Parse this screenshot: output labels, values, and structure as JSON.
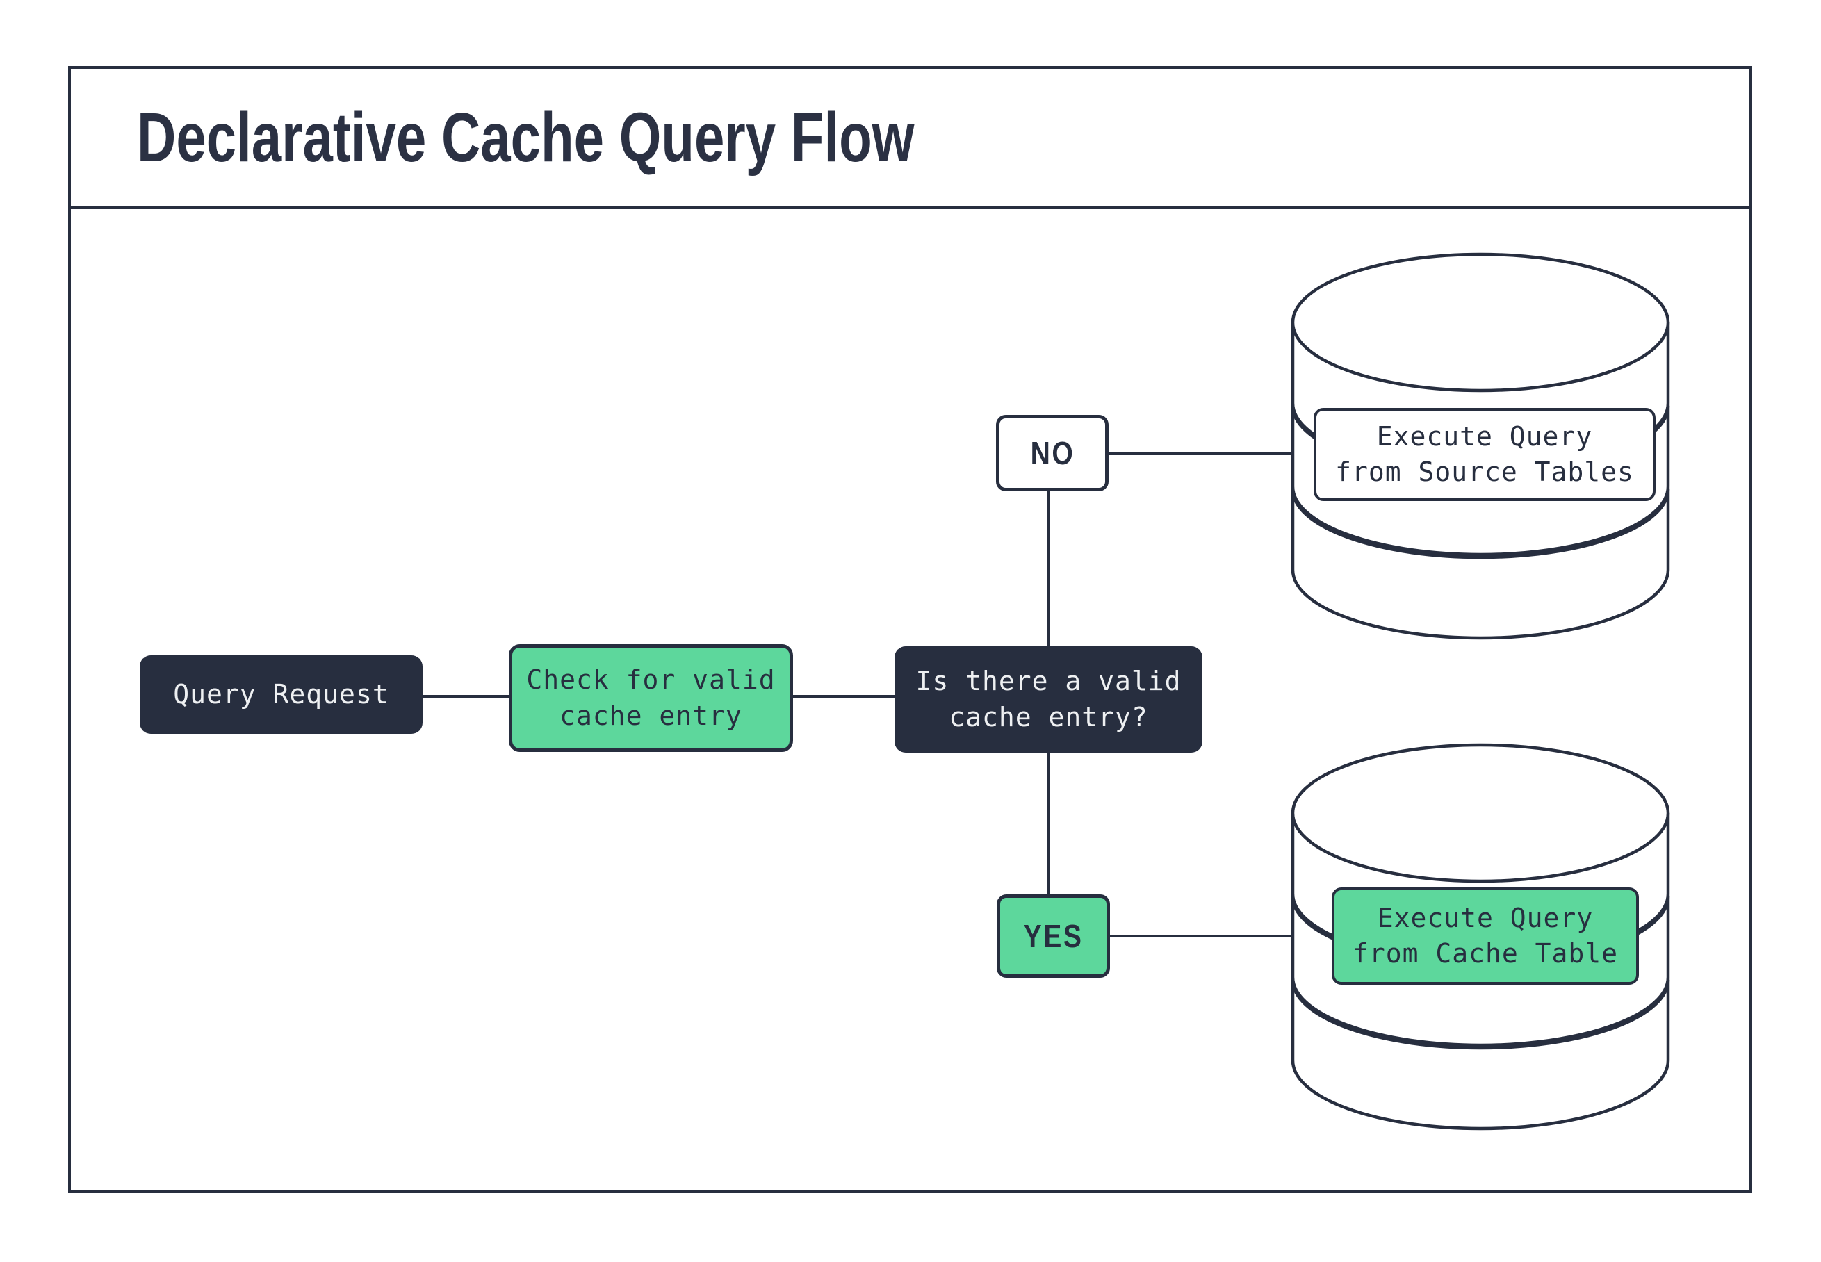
{
  "title": "Declarative Cache Query Flow",
  "colors": {
    "ink": "#272e3f",
    "green": "#5dd79c",
    "paper": "#ffffff"
  },
  "nodes": {
    "query_request": {
      "label": "Query Request"
    },
    "check_cache": {
      "label": "Check for valid\ncache entry"
    },
    "decision": {
      "label": "Is there a valid\ncache entry?"
    },
    "branch_no": {
      "label": "NO"
    },
    "branch_yes": {
      "label": "YES"
    },
    "source_db": {
      "label": "Execute Query\nfrom Source Tables",
      "shape": "database"
    },
    "cache_db": {
      "label": "Execute Query\nfrom Cache Table",
      "shape": "database"
    }
  },
  "edges": [
    {
      "from": "query_request",
      "to": "check_cache"
    },
    {
      "from": "check_cache",
      "to": "decision"
    },
    {
      "from": "decision",
      "to": "branch_no"
    },
    {
      "from": "branch_no",
      "to": "source_db"
    },
    {
      "from": "decision",
      "to": "branch_yes"
    },
    {
      "from": "branch_yes",
      "to": "cache_db"
    }
  ]
}
